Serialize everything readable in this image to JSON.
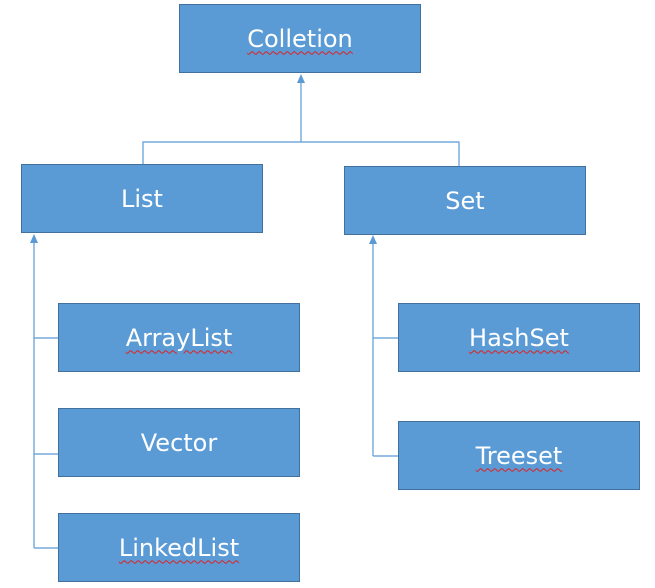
{
  "diagram": {
    "root": {
      "label": "Colletion"
    },
    "branches": [
      {
        "label": "List",
        "children": [
          {
            "label": "ArrayList"
          },
          {
            "label": "Vector"
          },
          {
            "label": "LinkedList"
          }
        ]
      },
      {
        "label": "Set",
        "children": [
          {
            "label": "HashSet"
          },
          {
            "label": "Treeset"
          }
        ]
      }
    ],
    "colors": {
      "box_fill": "#5b9bd5",
      "box_border": "#41719c",
      "connector": "#5b9bd5",
      "text": "#ffffff",
      "spellcheck_underline": "#e02020"
    }
  }
}
